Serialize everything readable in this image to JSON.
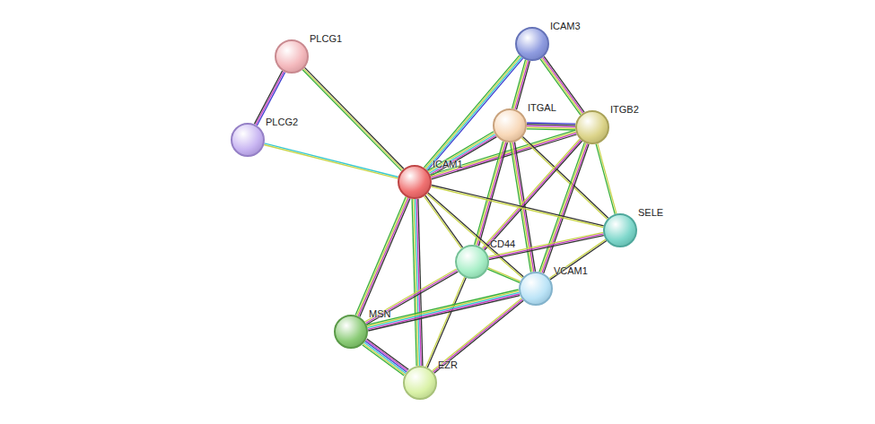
{
  "diagram": {
    "nodes": [
      {
        "text": [
          "PLCG1"
        ]
      },
      {
        "text": [
          "ICAM3"
        ]
      },
      {
        "text": [
          "ITGAL"
        ]
      },
      {
        "text": [
          "ITGB2"
        ]
      },
      {
        "text": [
          "PLCG2"
        ]
      },
      {
        "text": [
          "ICAM1"
        ]
      },
      {
        "text": [
          "SELE"
        ]
      },
      {
        "text": [
          "CD44"
        ]
      },
      {
        "text": [
          "VCAM1"
        ]
      },
      {
        "text": [
          "MSN"
        ]
      },
      {
        "text": [
          "EZR"
        ]
      }
    ],
    "edges": [
      {
        "from": 0,
        "to": 4,
        "arrow": "none"
      },
      {
        "from": 0,
        "to": 5,
        "arrow": "none"
      },
      {
        "from": 4,
        "to": 5,
        "arrow": "none"
      },
      {
        "from": 1,
        "to": 5,
        "arrow": "none"
      },
      {
        "from": 1,
        "to": 2,
        "arrow": "none"
      },
      {
        "from": 1,
        "to": 3,
        "arrow": "none"
      },
      {
        "from": 2,
        "to": 3,
        "arrow": "none"
      },
      {
        "from": 2,
        "to": 5,
        "arrow": "none"
      },
      {
        "from": 3,
        "to": 5,
        "arrow": "none"
      },
      {
        "from": 2,
        "to": 6,
        "arrow": "none"
      },
      {
        "from": 3,
        "to": 6,
        "arrow": "none"
      },
      {
        "from": 2,
        "to": 7,
        "arrow": "none"
      },
      {
        "from": 2,
        "to": 8,
        "arrow": "none"
      },
      {
        "from": 3,
        "to": 7,
        "arrow": "none"
      },
      {
        "from": 3,
        "to": 8,
        "arrow": "none"
      },
      {
        "from": 5,
        "to": 6,
        "arrow": "none"
      },
      {
        "from": 5,
        "to": 7,
        "arrow": "none"
      },
      {
        "from": 5,
        "to": 8,
        "arrow": "none"
      },
      {
        "from": 5,
        "to": 9,
        "arrow": "none"
      },
      {
        "from": 5,
        "to": 10,
        "arrow": "none"
      },
      {
        "from": 6,
        "to": 7,
        "arrow": "none"
      },
      {
        "from": 6,
        "to": 8,
        "arrow": "none"
      },
      {
        "from": 7,
        "to": 8,
        "arrow": "none"
      },
      {
        "from": 7,
        "to": 9,
        "arrow": "none"
      },
      {
        "from": 7,
        "to": 10,
        "arrow": "none"
      },
      {
        "from": 8,
        "to": 9,
        "arrow": "none"
      },
      {
        "from": 8,
        "to": 10,
        "arrow": "none"
      },
      {
        "from": 9,
        "to": 10,
        "arrow": "none"
      }
    ]
  }
}
